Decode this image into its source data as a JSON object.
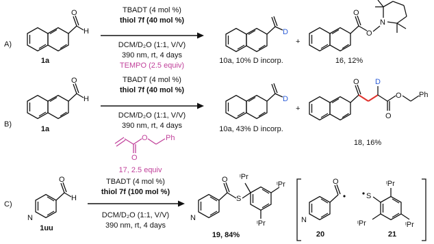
{
  "panels": {
    "A": {
      "label": "A)",
      "reactant": "1a",
      "conditions": [
        "TBADT (4 mol %)",
        "thiol 7f (40 mol %)",
        "DCM/D₂O (1:1, V/V)",
        "390 nm, rt, 4 days",
        "TEMPO (2.5 equiv)"
      ],
      "product1_letter": "D",
      "product1": "10a, 10% D incorp.",
      "plus": "+",
      "product2": "16, 12%",
      "atoms": {
        "h": "H",
        "o": "O",
        "n": "N"
      }
    },
    "B": {
      "label": "B)",
      "reactant": "1a",
      "conditions": [
        "TBADT (4 mol %)",
        "thiol 7f (40 mol %)",
        "DCM/D₂O (1:1, V/V)",
        "390 nm, rt, 4 days"
      ],
      "additive_name": "17, 2.5 equiv",
      "additive_ph": "Ph",
      "product1_letter": "D",
      "product1": "10a, 43% D incorp.",
      "plus": "+",
      "product2": "18, 16%",
      "product2_d": "D",
      "product2_ph": "Ph",
      "atoms": {
        "h": "H",
        "o": "O"
      }
    },
    "C": {
      "label": "C)",
      "reactant": "1uu",
      "conditions": [
        "TBADT (4 mol %)",
        "thiol 7f (100 mol %)",
        "DCM/D₂O (1:1, V/V)",
        "390 nm, rt, 4 days"
      ],
      "product": "19, 84%",
      "ipr": "ᶦPr",
      "s": "S",
      "radical1": "20",
      "radical2": "21",
      "atoms": {
        "h": "H",
        "o": "O",
        "n": "N"
      }
    }
  },
  "colors": {
    "highlight": "#c0409a",
    "deuterium": "#2a5bd7",
    "new_bond": "#e0342f"
  }
}
